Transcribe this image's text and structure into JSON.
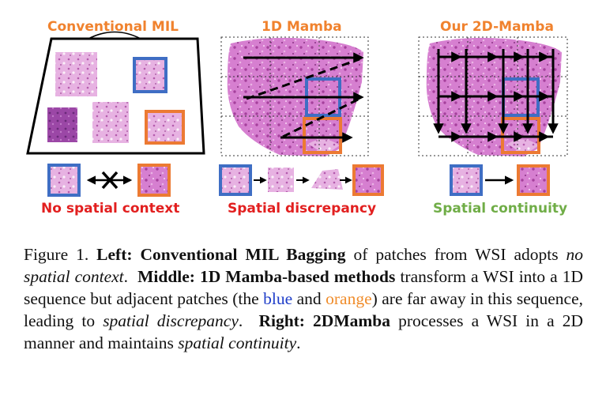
{
  "colors": {
    "panel_title": "#f0822e",
    "blue_box": "#3f6ec4",
    "orange_box": "#ec7a33",
    "red_label": "#e21f1f",
    "green_label": "#70ad47",
    "tissue": "#d67fd0"
  },
  "panels": {
    "left": {
      "title": "Conventional MIL",
      "label": "No spatial context"
    },
    "middle": {
      "title": "1D Mamba",
      "label": "Spatial discrepancy"
    },
    "right": {
      "title": "Our 2D-Mamba",
      "label": "Spatial continuity"
    }
  },
  "caption": {
    "fig_label": "Figure 1.",
    "left_heading": "Left: Conventional MIL Bagging",
    "left_text_1": "of patches from WSI adopts",
    "left_emph": "no spatial context",
    "middle_heading": "Middle: 1D Mamba-based methods",
    "middle_text_1": "transform a WSI into a 1D sequence but adjacent patches (the",
    "blue_word": "blue",
    "and_word": "and",
    "orange_word": "orange",
    "middle_text_2": ") are far away in this sequence, leading to",
    "middle_emph": "spatial discrepancy",
    "right_heading": "Right: 2DMamba",
    "right_text_1": "processes a WSI in a 2D manner and maintains",
    "right_emph": "spatial continuity"
  }
}
